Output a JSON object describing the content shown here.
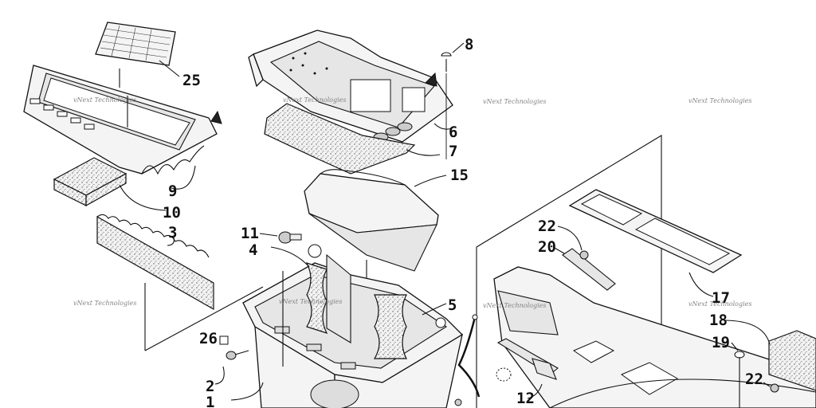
{
  "diagram": {
    "callouts": [
      {
        "id": "c25",
        "label": "25"
      },
      {
        "id": "c8",
        "label": "8"
      },
      {
        "id": "c6",
        "label": "6"
      },
      {
        "id": "c7",
        "label": "7"
      },
      {
        "id": "c9",
        "label": "9"
      },
      {
        "id": "c10",
        "label": "10"
      },
      {
        "id": "c15",
        "label": "15"
      },
      {
        "id": "c3",
        "label": "3"
      },
      {
        "id": "c11",
        "label": "11"
      },
      {
        "id": "c4",
        "label": "4"
      },
      {
        "id": "c22a",
        "label": "22"
      },
      {
        "id": "c20",
        "label": "20"
      },
      {
        "id": "c5",
        "label": "5"
      },
      {
        "id": "c17",
        "label": "17"
      },
      {
        "id": "c18",
        "label": "18"
      },
      {
        "id": "c19",
        "label": "19"
      },
      {
        "id": "c26",
        "label": "26"
      },
      {
        "id": "c22b",
        "label": "22"
      },
      {
        "id": "c2",
        "label": "2"
      },
      {
        "id": "c12",
        "label": "12"
      },
      {
        "id": "c1",
        "label": "1"
      }
    ],
    "watermark": "vNext Technologies",
    "colors": {
      "ink": "#111111",
      "paper": "#ffffff",
      "watermark": "#777777"
    }
  }
}
